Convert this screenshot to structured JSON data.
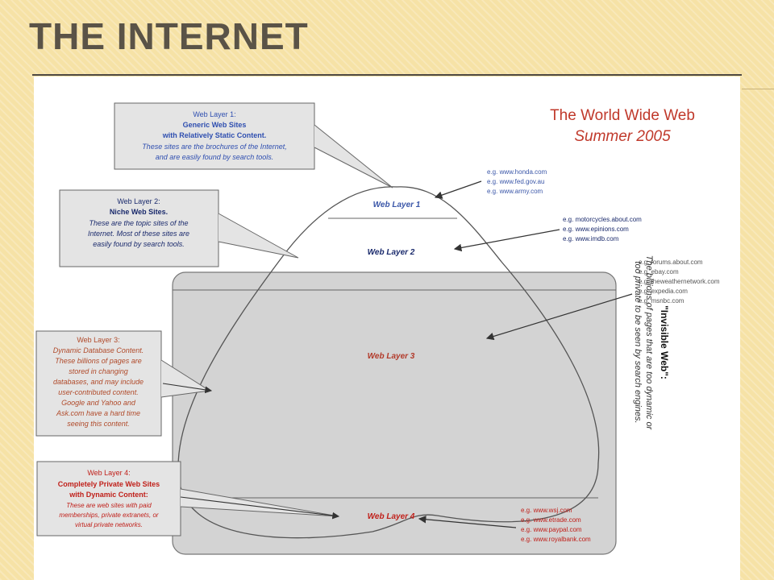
{
  "slide": {
    "title": "The Internet"
  },
  "diagram": {
    "title_line1": "The World Wide Web",
    "title_line2": "Summer 2005",
    "layers": [
      {
        "label": "Web Layer 1"
      },
      {
        "label": "Web Layer 2"
      },
      {
        "label": "Web Layer 3"
      },
      {
        "label": "Web Layer 4"
      }
    ],
    "callouts": [
      {
        "heading": "Web Layer 1:",
        "bold_lines": [
          "Generic Web Sites",
          "with Relatively Static Content."
        ],
        "italic_lines": [
          "These sites are the brochures of the Internet,",
          "and are easily found by search tools."
        ]
      },
      {
        "heading": "Web Layer 2:",
        "bold_lines": [
          "Niche Web Sites."
        ],
        "italic_lines": [
          "These are the topic sites of the",
          "Internet. Most of these sites are",
          "easily found by search tools."
        ]
      },
      {
        "heading": "Web Layer 3:",
        "bold_lines": [],
        "italic_lines": [
          "Dynamic Database Content.",
          "These billions of pages are",
          "stored in changing",
          "databases, and may include",
          "user-contributed content.",
          "Google and Yahoo and",
          "Ask.com have a hard time",
          "seeing this content."
        ]
      },
      {
        "heading": "Web Layer 4:",
        "bold_lines": [
          "Completely Private Web Sites",
          "with Dynamic Content:"
        ],
        "italic_lines": [
          "These are web sites with paid",
          "memberships, private extranets, or",
          "virtual private networks."
        ]
      }
    ],
    "examples": [
      {
        "lines": [
          "e.g. www.honda.com",
          "e.g. www.fed.gov.au",
          "e.g. www.army.com"
        ]
      },
      {
        "lines": [
          "e.g. motorcycles.about.com",
          "e.g. www.epinions.com",
          "e.g. www.imdb.com"
        ]
      },
      {
        "lines": [
          "e.g. forums.about.com",
          "e.g. ebay.com",
          "e.g. theweathernetwork.com",
          "e.g. expedia.com",
          "e.g. msnbc.com"
        ]
      },
      {
        "lines": [
          "e.g. www.wsj.com",
          "e.g. www.etrade.com",
          "e.g. www.paypal.com",
          "e.g. www.royalbank.com"
        ]
      }
    ],
    "invisible_web": {
      "heading": "\"Invisible Web\":",
      "line1": "The billions of pages that are too dynamic or",
      "line2": "too private to be seen by search engines."
    },
    "colors": {
      "layer1_text": "#3a56a8",
      "layer2_text": "#1a2a6c",
      "layer3_text": "#b23a2a",
      "layer4_text": "#c0201a",
      "title_red": "#c0392b",
      "callout1_text": "#2f4fb0",
      "callout2_text": "#1a2a6c",
      "callout3_text": "#b04a2a",
      "callout4_text": "#c0201a",
      "box_fill": "#d3d3d3",
      "callout_fill": "#e4e4e4"
    }
  }
}
